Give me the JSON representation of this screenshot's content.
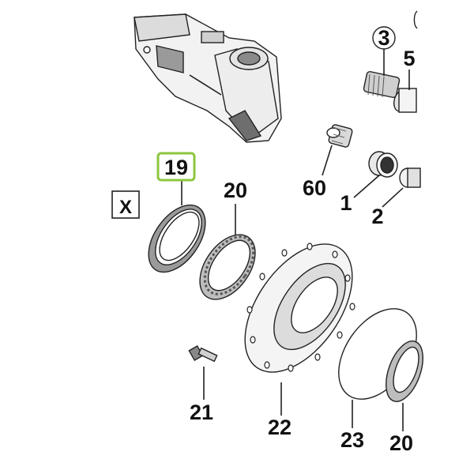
{
  "callouts": {
    "c19": "19",
    "c20a": "20",
    "c20b": "20",
    "c60": "60",
    "c1": "1",
    "c2": "2",
    "c3": "3",
    "c5": "5",
    "c21": "21",
    "c22": "22",
    "c23": "23",
    "cX": "X"
  },
  "colors": {
    "highlight": "#8cc63f",
    "ink": "#222222"
  }
}
